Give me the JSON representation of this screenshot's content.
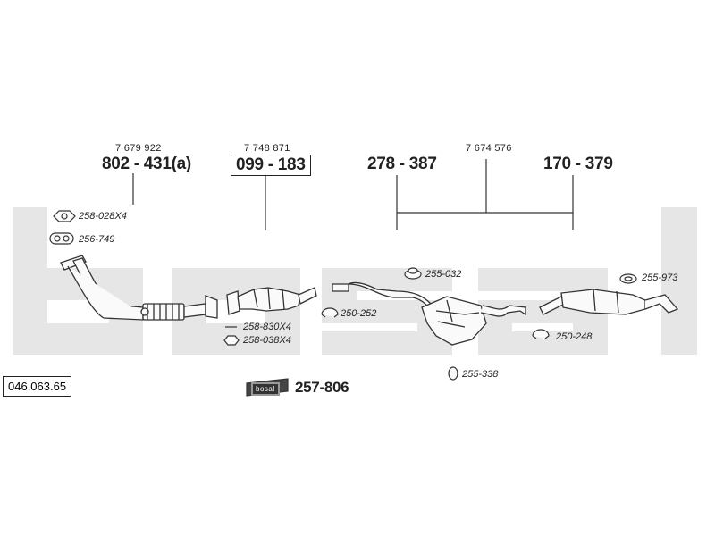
{
  "diagram": {
    "reference_code": "046.063.65",
    "watermark": "bosal",
    "groups": [
      {
        "oe_number": "7 679 922",
        "part_number": "802 - 431(a)"
      },
      {
        "oe_number": "7 748 871",
        "part_number": "099 - 183"
      },
      {
        "oe_number": "7 674 576",
        "part_numbers": [
          "278 - 387",
          "170 - 379"
        ]
      }
    ],
    "accessories": [
      {
        "code": "258-028X4",
        "icon": "hex-nut-icon"
      },
      {
        "code": "256-749",
        "icon": "flange-gasket-icon"
      },
      {
        "code": "258-830X4",
        "icon": "stud-bolt-icon"
      },
      {
        "code": "258-038X4",
        "icon": "lock-nut-icon"
      },
      {
        "code": "255-032",
        "icon": "rubber-mount-icon"
      },
      {
        "code": "250-252",
        "icon": "pipe-clamp-icon"
      },
      {
        "code": "255-338",
        "icon": "rubber-ring-icon"
      },
      {
        "code": "255-973",
        "icon": "rubber-hanger-icon"
      },
      {
        "code": "250-248",
        "icon": "pipe-clamp-icon"
      }
    ],
    "kit": {
      "label": "257-806",
      "badge_text": "bosal",
      "icon": "mounting-kit-icon"
    }
  }
}
